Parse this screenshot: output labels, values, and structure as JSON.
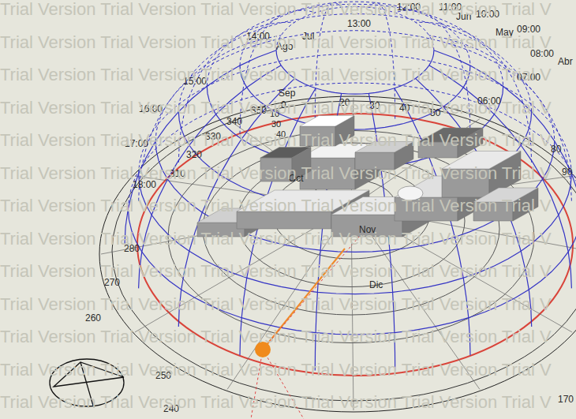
{
  "diagram": {
    "labels": [
      "Trial Version Trial Version Trial Version Trial Version Trial Version Trial V",
      "Trial Version Trial Version Trial Version Trial Version Trial Version Trial V",
      "Trial Version Trial Version Trial Version Trial Version Trial Version Trial V",
      "Trial Version Trial Version Trial Version Trial Version Trial Version Trial V",
      "Trial Version Trial Version Trial Version Trial Version Trial Version Trial V",
      "Trial Version Trial Version Trial Version Trial Version Trial Version Trial V",
      "Trial Version Trial Version Trial Version Trial Version Trial Version Trial V",
      "Trial Version Trial Version Trial Version Trial Version Trial Version Trial V",
      "Trial Version Trial Version Trial Version Trial Version Trial Version Trial V",
      "Trial Version Trial Version Trial Version Trial Version Trial Version Trial V",
      "Trial Version Trial Version Trial Version Trial Version Trial Version Trial V",
      "Trial Version Trial Version Trial Version Trial Version Trial Version Trial V",
      "Trial Version Trial Version Trial Version Trial Version Trial Version Trial V",
      "12:00",
      "11:00",
      "Jun",
      "10:00",
      "13:00",
      "Jul",
      "14:00",
      "Ago",
      "May",
      "09:00",
      "Abr",
      "08:00",
      "07:00",
      "15:00",
      "06:00",
      "16:00",
      "17:00",
      "18:00",
      "Sep",
      "0",
      "20",
      "30",
      "40",
      "50",
      "80",
      "90",
      "350",
      "340",
      "330",
      "320",
      "310",
      "280",
      "270",
      "260",
      "250",
      "240",
      "170",
      "10",
      "30",
      "40",
      "Oct",
      "Nov",
      "Dic"
    ]
  }
}
